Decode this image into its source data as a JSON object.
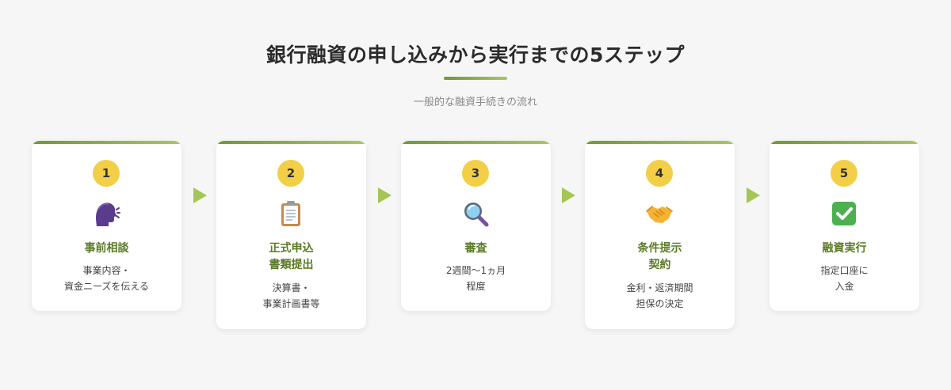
{
  "header": {
    "title": "銀行融資の申し込みから実行までの5ステップ",
    "subtitle": "一般的な融資手続きの流れ"
  },
  "steps": [
    {
      "number": "1",
      "icon": "speaking-head-icon",
      "label_lines": [
        "事前相談"
      ],
      "desc_lines": [
        "事業内容・",
        "資金ニーズを伝える"
      ]
    },
    {
      "number": "2",
      "icon": "clipboard-icon",
      "label_lines": [
        "正式申込",
        "書類提出"
      ],
      "desc_lines": [
        "決算書・",
        "事業計画書等"
      ]
    },
    {
      "number": "3",
      "icon": "magnifying-glass-icon",
      "label_lines": [
        "審査"
      ],
      "desc_lines": [
        "2週間〜1ヵ月",
        "程度"
      ]
    },
    {
      "number": "4",
      "icon": "handshake-icon",
      "label_lines": [
        "条件提示",
        "契約"
      ],
      "desc_lines": [
        "金利・返済期間",
        "担保の決定"
      ]
    },
    {
      "number": "5",
      "icon": "check-mark-button-icon",
      "label_lines": [
        "融資実行"
      ],
      "desc_lines": [
        "指定口座に",
        "入金"
      ]
    }
  ],
  "colors": {
    "accent_green": "#6e9a2e",
    "label_green": "#5b7a26",
    "arrow_green": "#a4c655",
    "badge_yellow": "#f2cf47"
  }
}
